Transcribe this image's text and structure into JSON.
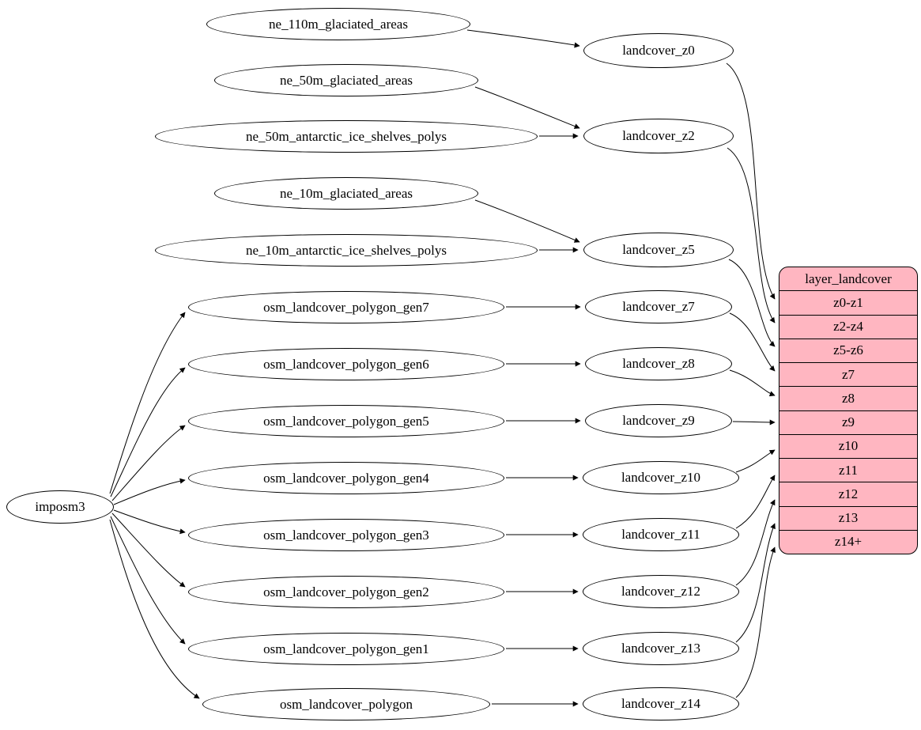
{
  "diagram": {
    "root": {
      "label": "imposm3"
    },
    "sources": [
      {
        "label": "ne_110m_glaciated_areas"
      },
      {
        "label": "ne_50m_glaciated_areas"
      },
      {
        "label": "ne_50m_antarctic_ice_shelves_polys"
      },
      {
        "label": "ne_10m_glaciated_areas"
      },
      {
        "label": "ne_10m_antarctic_ice_shelves_polys"
      },
      {
        "label": "osm_landcover_polygon_gen7"
      },
      {
        "label": "osm_landcover_polygon_gen6"
      },
      {
        "label": "osm_landcover_polygon_gen5"
      },
      {
        "label": "osm_landcover_polygon_gen4"
      },
      {
        "label": "osm_landcover_polygon_gen3"
      },
      {
        "label": "osm_landcover_polygon_gen2"
      },
      {
        "label": "osm_landcover_polygon_gen1"
      },
      {
        "label": "osm_landcover_polygon"
      }
    ],
    "intermediates": [
      {
        "label": "landcover_z0"
      },
      {
        "label": "landcover_z2"
      },
      {
        "label": "landcover_z5"
      },
      {
        "label": "landcover_z7"
      },
      {
        "label": "landcover_z8"
      },
      {
        "label": "landcover_z9"
      },
      {
        "label": "landcover_z10"
      },
      {
        "label": "landcover_z11"
      },
      {
        "label": "landcover_z12"
      },
      {
        "label": "landcover_z13"
      },
      {
        "label": "landcover_z14"
      }
    ],
    "record": {
      "title": "layer_landcover",
      "rows": [
        "z0-z1",
        "z2-z4",
        "z5-z6",
        "z7",
        "z8",
        "z9",
        "z10",
        "z11",
        "z12",
        "z13",
        "z14+"
      ]
    },
    "edges": [
      {
        "from": "imposm3",
        "to": "osm_landcover_polygon_gen7"
      },
      {
        "from": "imposm3",
        "to": "osm_landcover_polygon_gen6"
      },
      {
        "from": "imposm3",
        "to": "osm_landcover_polygon_gen5"
      },
      {
        "from": "imposm3",
        "to": "osm_landcover_polygon_gen4"
      },
      {
        "from": "imposm3",
        "to": "osm_landcover_polygon_gen3"
      },
      {
        "from": "imposm3",
        "to": "osm_landcover_polygon_gen2"
      },
      {
        "from": "imposm3",
        "to": "osm_landcover_polygon_gen1"
      },
      {
        "from": "imposm3",
        "to": "osm_landcover_polygon"
      },
      {
        "from": "ne_110m_glaciated_areas",
        "to": "landcover_z0"
      },
      {
        "from": "ne_50m_glaciated_areas",
        "to": "landcover_z2"
      },
      {
        "from": "ne_50m_antarctic_ice_shelves_polys",
        "to": "landcover_z2"
      },
      {
        "from": "ne_10m_glaciated_areas",
        "to": "landcover_z5"
      },
      {
        "from": "ne_10m_antarctic_ice_shelves_polys",
        "to": "landcover_z5"
      },
      {
        "from": "osm_landcover_polygon_gen7",
        "to": "landcover_z7"
      },
      {
        "from": "osm_landcover_polygon_gen6",
        "to": "landcover_z8"
      },
      {
        "from": "osm_landcover_polygon_gen5",
        "to": "landcover_z9"
      },
      {
        "from": "osm_landcover_polygon_gen4",
        "to": "landcover_z10"
      },
      {
        "from": "osm_landcover_polygon_gen3",
        "to": "landcover_z11"
      },
      {
        "from": "osm_landcover_polygon_gen2",
        "to": "landcover_z12"
      },
      {
        "from": "osm_landcover_polygon_gen1",
        "to": "landcover_z13"
      },
      {
        "from": "osm_landcover_polygon",
        "to": "landcover_z14"
      },
      {
        "from": "landcover_z0",
        "to": "layer_landcover:z0-z1"
      },
      {
        "from": "landcover_z2",
        "to": "layer_landcover:z2-z4"
      },
      {
        "from": "landcover_z5",
        "to": "layer_landcover:z5-z6"
      },
      {
        "from": "landcover_z7",
        "to": "layer_landcover:z7"
      },
      {
        "from": "landcover_z8",
        "to": "layer_landcover:z8"
      },
      {
        "from": "landcover_z9",
        "to": "layer_landcover:z9"
      },
      {
        "from": "landcover_z10",
        "to": "layer_landcover:z10"
      },
      {
        "from": "landcover_z11",
        "to": "layer_landcover:z11"
      },
      {
        "from": "landcover_z12",
        "to": "layer_landcover:z12"
      },
      {
        "from": "landcover_z13",
        "to": "layer_landcover:z13"
      },
      {
        "from": "landcover_z14",
        "to": "layer_landcover:z14+"
      }
    ],
    "colors": {
      "record_fill": "#ffb6c1",
      "node_fill": "#ffffff",
      "stroke": "#000000",
      "background": "#ffffff"
    }
  }
}
